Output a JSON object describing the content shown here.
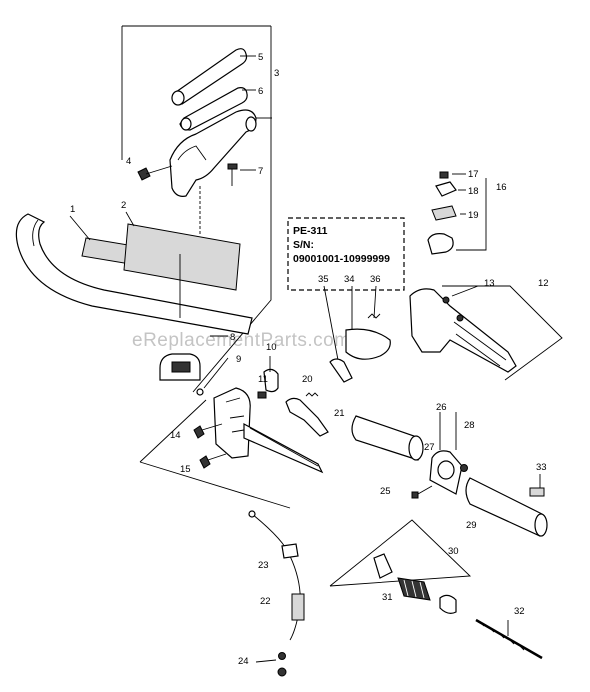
{
  "watermark": "eReplacementParts.com",
  "serial_box": {
    "model": "PE-311",
    "sn_label": "S/N:",
    "sn_range": "09001001-10999999"
  },
  "callouts": [
    "1",
    "2",
    "3",
    "4",
    "5",
    "6",
    "7",
    "8",
    "9",
    "10",
    "11",
    "12",
    "13",
    "14",
    "15",
    "16",
    "17",
    "18",
    "19",
    "20",
    "21",
    "22",
    "23",
    "24",
    "25",
    "26",
    "27",
    "28",
    "29",
    "30",
    "31",
    "32",
    "33",
    "34",
    "35",
    "36"
  ]
}
